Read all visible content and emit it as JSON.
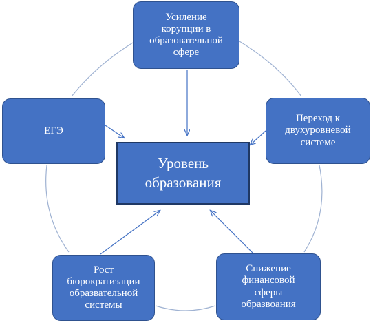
{
  "diagram": {
    "center": {
      "label": "Уровень\nобразования"
    },
    "factors": [
      {
        "id": "corruption",
        "label": "Усиление\nкорупции в\nобразовательной\nсфере"
      },
      {
        "id": "ege",
        "label": "ЕГЭ"
      },
      {
        "id": "two-level",
        "label": "Переход к\nдвухуровневой\nсистеме"
      },
      {
        "id": "bureaucracy",
        "label": "Рост\nбюрократизации\nобразвательной\nсистемы"
      },
      {
        "id": "funding",
        "label": "Снижение\nфинансовой\nсферы\nобразвоания"
      }
    ]
  },
  "colors": {
    "node_fill": "#4472c4",
    "node_border": "#2f528f",
    "center_border": "#1f3864",
    "connector": "#9fb2d2",
    "arrow": "#4472c4",
    "text": "#ffffff"
  }
}
